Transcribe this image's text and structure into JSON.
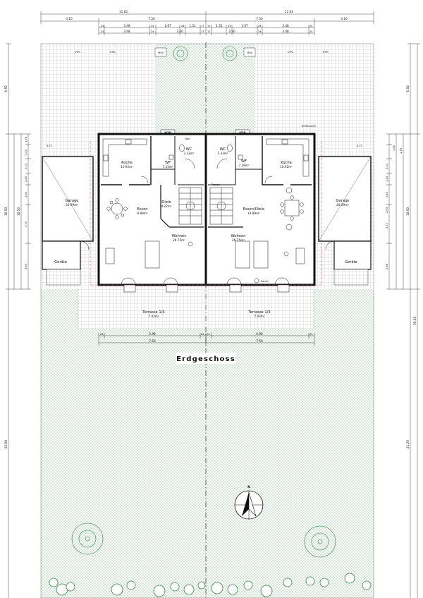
{
  "drawing": {
    "title": "Erdgeschoss",
    "north_label": "N"
  },
  "top_dimensions": {
    "row1": [
      "11.62",
      "11.62"
    ],
    "row2": [
      "4.10",
      "7.50",
      "7.50",
      "4.10"
    ],
    "row3": [
      "24",
      "3.48",
      "24",
      "1.67",
      "24",
      "1.51",
      "17",
      "17",
      "1.51",
      "24",
      "1.67",
      "24",
      "3.48",
      "24"
    ],
    "row4": [
      "24",
      "3.48",
      "24",
      "3.30",
      "17",
      "17",
      "3.30",
      "24",
      "3.48",
      "24"
    ]
  },
  "side_dimensions": {
    "left_outer": [
      "6.50",
      "10.50",
      "22.00"
    ],
    "left_inner": [
      "1.76",
      "3.01",
      "1.13",
      "2.43",
      "2.63",
      "3.77",
      "3.90"
    ],
    "right_outer": [
      "6.50",
      "10.50",
      "21.26"
    ],
    "right_overall": "39.26",
    "right_inner": [
      "1.50",
      "1.76",
      "3.01",
      "1.13",
      "2.43",
      "2.63",
      "3.77",
      "2.86"
    ],
    "street_small": [
      "3.71",
      "3.71"
    ]
  },
  "bottom_dimensions": {
    "left": [
      "24",
      "5.98",
      "24",
      "7.50"
    ],
    "right": [
      "24",
      "6.98",
      "24",
      "7.50"
    ]
  },
  "markers": {
    "stpl": [
      "STPL",
      "STPL",
      "STPL",
      "STPL"
    ],
    "muell": [
      "Müll",
      "Müll"
    ],
    "house_numbers": [
      "H29",
      "H28"
    ],
    "briefkasten": "Briefkasten"
  },
  "rooms": {
    "left": [
      {
        "name": "Küche",
        "area": "10.92m²"
      },
      {
        "name": "WF",
        "area": "7.33m²"
      },
      {
        "name": "WC",
        "area": "2.33m²"
      },
      {
        "name": "Essen",
        "area": "9.89m²"
      },
      {
        "name": "Diele",
        "area": "4.22m²"
      },
      {
        "name": "Wohnen",
        "area": "26.75m²"
      },
      {
        "name": "Garage",
        "area": "20.09m²"
      },
      {
        "name": "Geräte",
        "area": ""
      },
      {
        "name": "Terrasse 1/3",
        "area": "7.43m²"
      }
    ],
    "right": [
      {
        "name": "WC",
        "area": "2.33m²"
      },
      {
        "name": "WF",
        "area": "7.28m²"
      },
      {
        "name": "Küche",
        "area": "10.92m²"
      },
      {
        "name": "Essen/Diele",
        "area": "14.89m²"
      },
      {
        "name": "Wohnen",
        "area": "26.75m²"
      },
      {
        "name": "Garage",
        "area": "20.09m²"
      },
      {
        "name": "Geräte",
        "area": ""
      },
      {
        "name": "Terrasse 1/3",
        "area": "7.43m²"
      }
    ]
  },
  "small_labels": {
    "kamin": "Kamin",
    "hwr": "Hwr.",
    "treppe": "Treppe"
  },
  "colors": {
    "lawn": "#2e8b3d",
    "paving": "#9a9a9a",
    "lines": "#111111",
    "property_line": "#d03a9a"
  }
}
